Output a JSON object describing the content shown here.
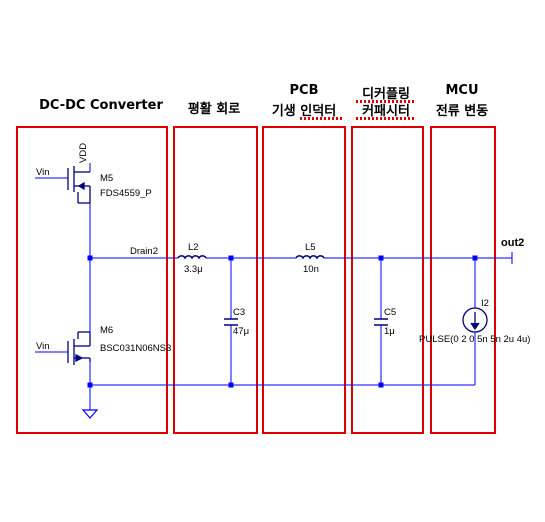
{
  "sections": [
    {
      "title": "DC-DC Converter"
    },
    {
      "title": "평활 회로"
    },
    {
      "title": "PCB",
      "subtitle": "기생 인덕터"
    },
    {
      "title": "디커플링",
      "subtitle": "커패시터"
    },
    {
      "title": "MCU",
      "subtitle": "전류 변동"
    }
  ],
  "components": {
    "vdd": "VDD",
    "vin_top": "Vin",
    "vin_bottom": "Vin",
    "m5_ref": "M5",
    "m5_part": "FDS4559_P",
    "m6_ref": "M6",
    "m6_part": "BSC031N06NS3",
    "net_drain2": "Drain2",
    "l2_ref": "L2",
    "l2_val": "3.3μ",
    "c3_ref": "C3",
    "c3_val": "47μ",
    "l5_ref": "L5",
    "l5_val": "10n",
    "c5_ref": "C5",
    "c5_val": "1μ",
    "i2_ref": "I2",
    "i2_val": "PULSE(0 2 0 5n 5n 2u 4u)",
    "out_label": "out2"
  },
  "colors": {
    "box_border": "#dd0000",
    "wire": "#0000ff",
    "component": "#000080",
    "node": "#0000ff"
  }
}
